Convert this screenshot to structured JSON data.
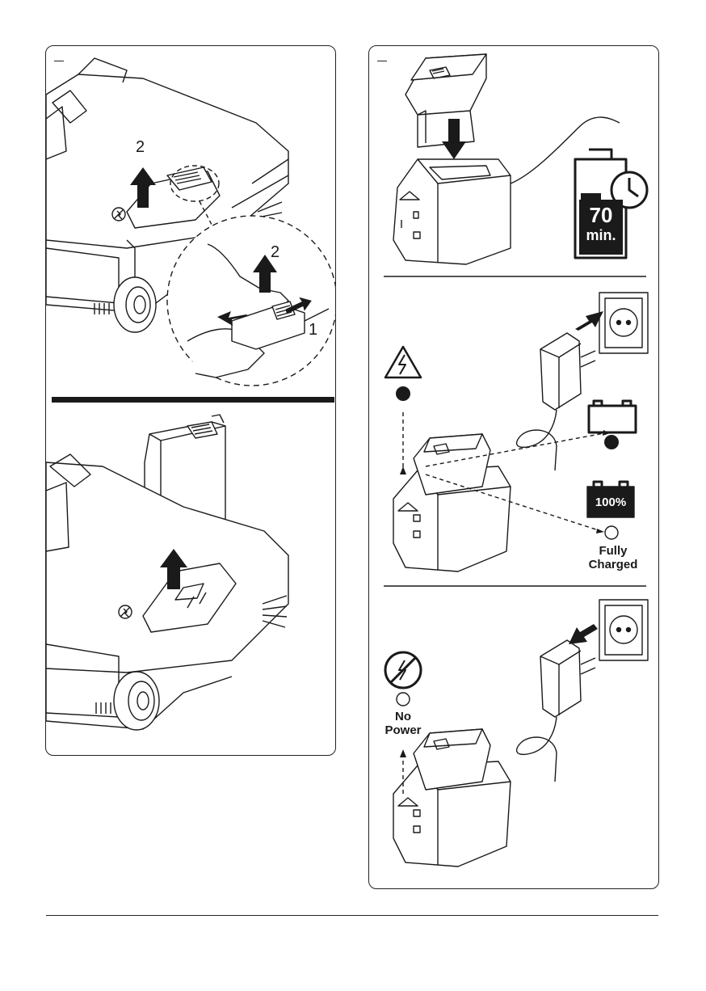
{
  "left_panel": {
    "top_steps": {
      "step_lift": "2",
      "step_press": "1",
      "step_lift_zoom": "2"
    }
  },
  "right_panel": {
    "runtime": {
      "value": "70",
      "unit": "min."
    },
    "indicators": {
      "battery_full": "100%",
      "fully_charged": [
        "Fully",
        "Charged"
      ],
      "no_power": [
        "No",
        "Power"
      ]
    }
  },
  "colors": {
    "ink": "#1a1a1a",
    "paper": "#ffffff",
    "panel_border": "#222222"
  }
}
